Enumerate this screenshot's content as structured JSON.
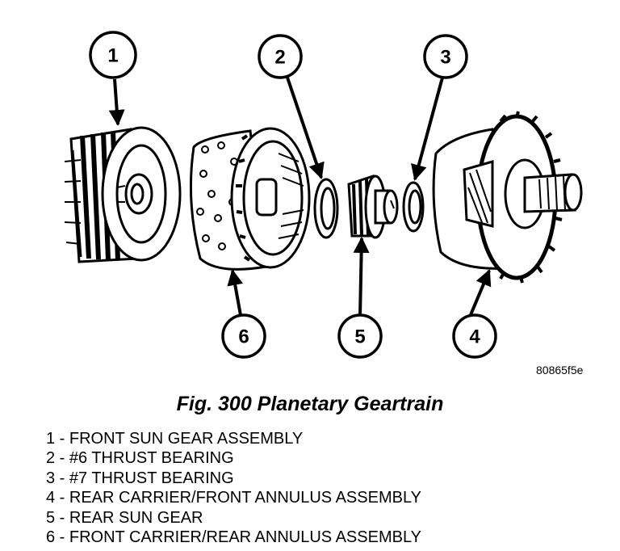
{
  "figure_code": "80865f5e",
  "figure_caption": "Fig. 300 Planetary Geartrain",
  "callouts": [
    "1",
    "2",
    "3",
    "4",
    "5",
    "6"
  ],
  "legend": [
    "1 - FRONT SUN GEAR ASSEMBLY",
    "2 - #6 THRUST BEARING",
    "3 - #7 THRUST BEARING",
    "4 - REAR CARRIER/FRONT ANNULUS ASSEMBLY",
    "5 - REAR SUN GEAR",
    "6 - FRONT CARRIER/REAR ANNULUS ASSEMBLY"
  ]
}
